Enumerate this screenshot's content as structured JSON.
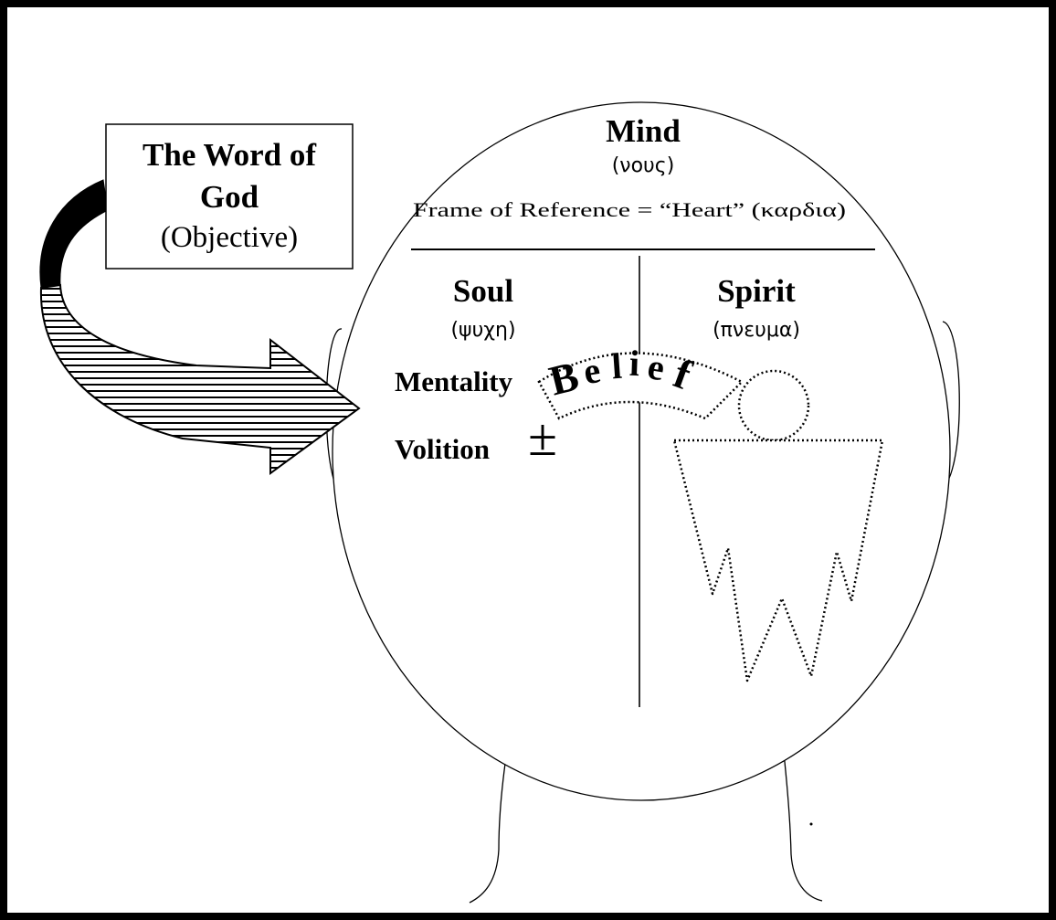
{
  "source_box": {
    "title_line1": "The Word of",
    "title_line2": "God",
    "subtitle": "(Objective)"
  },
  "mind": {
    "title": "Mind",
    "greek": "(νους)",
    "frame_of_reference": "Frame of Reference = “Heart” (καρδια)"
  },
  "soul": {
    "title": "Soul",
    "greek": "(ψυχη)",
    "mentality": "Mentality",
    "volition": "Volition",
    "plus_minus": "±"
  },
  "spirit": {
    "title": "Spirit",
    "greek": "(πνευμα)"
  },
  "belief": {
    "letters": [
      "B",
      "e",
      "l",
      "i",
      "e",
      "f"
    ]
  }
}
